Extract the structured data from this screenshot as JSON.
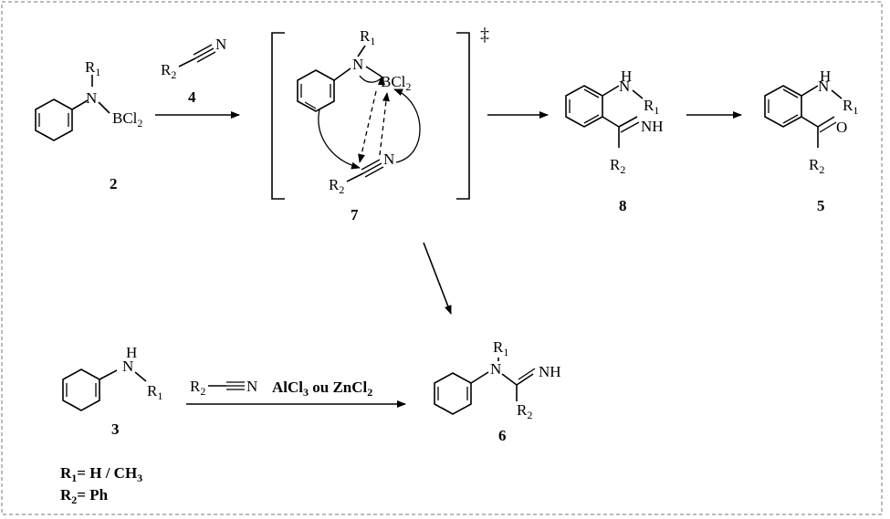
{
  "compounds": {
    "c2": "2",
    "c4": "4",
    "c7": "7",
    "c8": "8",
    "c5": "5",
    "c3": "3",
    "c6": "6"
  },
  "atoms": {
    "R": "R",
    "N": "N",
    "H": "H",
    "B": "B",
    "Cl": "Cl",
    "NH": "NH",
    "O": "O",
    "sub1": "1",
    "sub2": "2",
    "sub3": "3"
  },
  "transition_state_mark": "‡",
  "reagent_line": {
    "nitrile": "N",
    "catalyst": "AlCl",
    "catalyst_sub": "3",
    "conj": " ou ZnCl",
    "conj_sub": "2"
  },
  "legend": {
    "r1_label": "R",
    "r1_sub": "1",
    "r1_value": "= H / CH",
    "r1_value_sub": "3",
    "r2_label": "R",
    "r2_sub": "2",
    "r2_value": "= Ph"
  }
}
